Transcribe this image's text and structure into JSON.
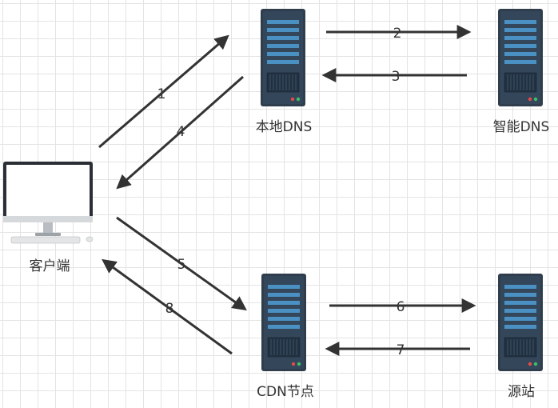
{
  "nodes": {
    "client": {
      "label": "客户端",
      "icon": "desktop-computer-icon"
    },
    "local_dns": {
      "label": "本地DNS",
      "icon": "server-icon"
    },
    "smart_dns": {
      "label": "智能DNS",
      "icon": "server-icon"
    },
    "cdn_node": {
      "label": "CDN节点",
      "icon": "server-icon"
    },
    "origin": {
      "label": "源站",
      "icon": "server-icon"
    }
  },
  "steps": [
    "1",
    "2",
    "3",
    "4",
    "5",
    "6",
    "7",
    "8"
  ],
  "colors": {
    "arrow": "#333333",
    "server_body": "#2f3d4c",
    "server_bar": "#4a90c2",
    "grid": "#e4e4e4"
  }
}
